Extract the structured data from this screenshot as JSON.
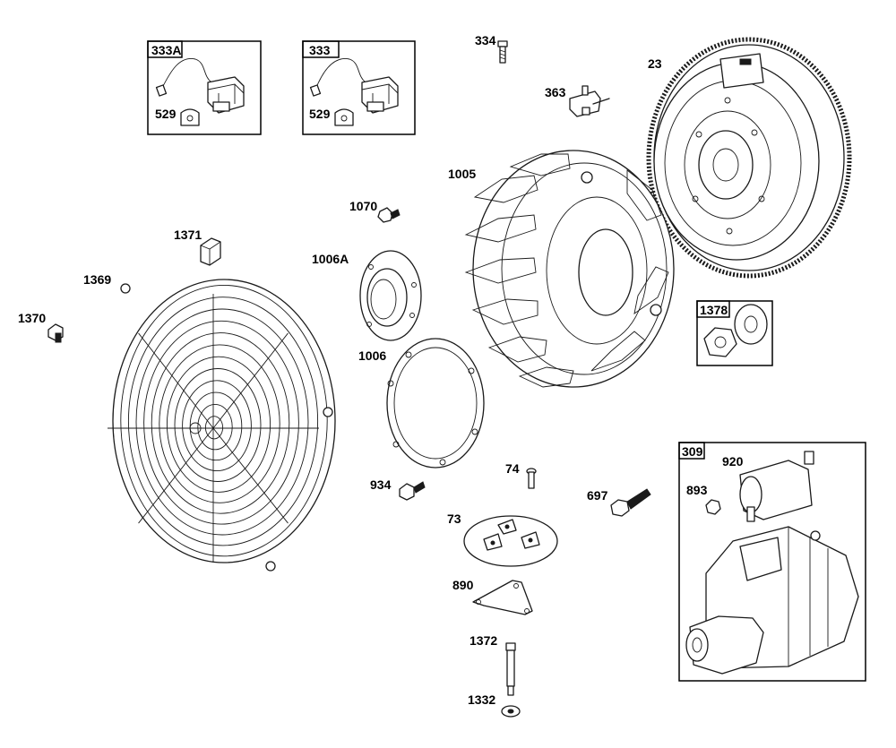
{
  "diagram": {
    "callouts": {
      "c333A": "333A",
      "c333": "333",
      "c529a": "529",
      "c529b": "529",
      "c334": "334",
      "c23": "23",
      "c363": "363",
      "c1005": "1005",
      "c1070": "1070",
      "c1371": "1371",
      "c1006A": "1006A",
      "c1369": "1369",
      "c1370": "1370",
      "c1378": "1378",
      "c1006": "1006",
      "c309": "309",
      "c920": "920",
      "c893": "893",
      "c74": "74",
      "c934": "934",
      "c697": "697",
      "c73": "73",
      "c890": "890",
      "c1372": "1372",
      "c1332": "1332"
    }
  }
}
